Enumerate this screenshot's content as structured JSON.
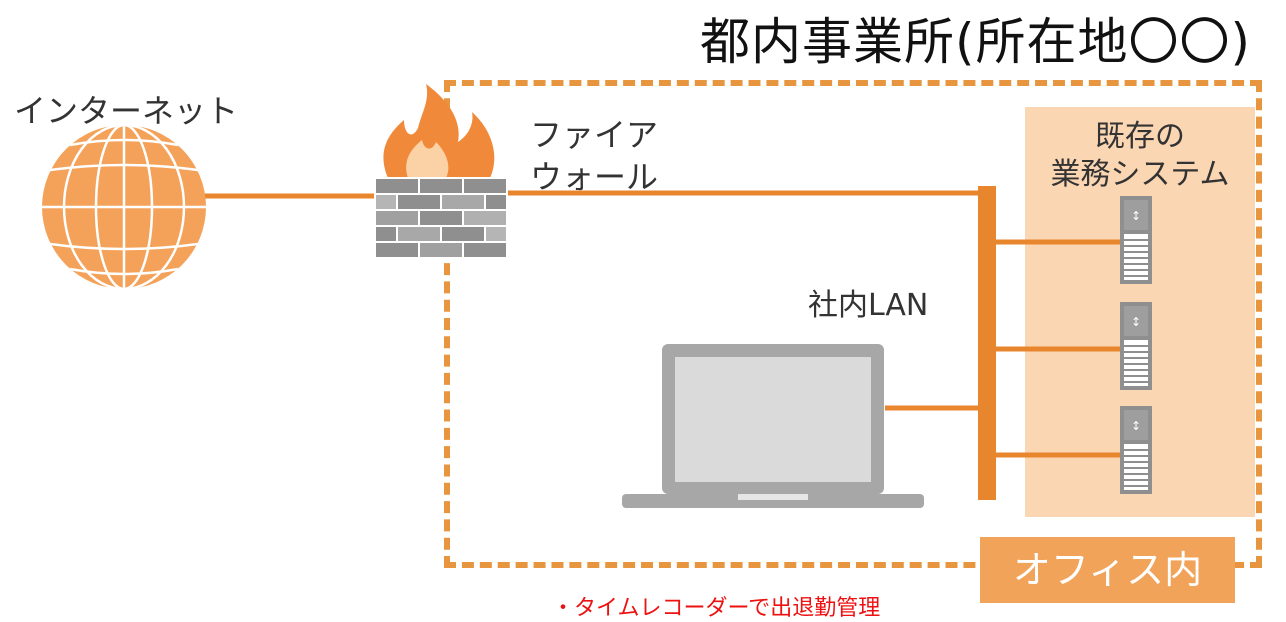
{
  "title": "都内事業所(所在地〇〇)",
  "labels": {
    "internet": "インターネット",
    "firewall_line1": "ファイア",
    "firewall_line2": "ウォール",
    "lan": "社内LAN",
    "system_line1": "既存の",
    "system_line2": "業務システム",
    "office": "オフィス内"
  },
  "note": "・タイムレコーダーで出退勤管理",
  "icons": [
    "globe-icon",
    "fire-icon",
    "firewall-brick-icon",
    "laptop-icon",
    "server-icon"
  ],
  "colors": {
    "accent": "#e8953f",
    "line": "#e8862e",
    "panel": "#fbd6b3",
    "tab": "#f1a35a",
    "note": "#ee1111"
  }
}
